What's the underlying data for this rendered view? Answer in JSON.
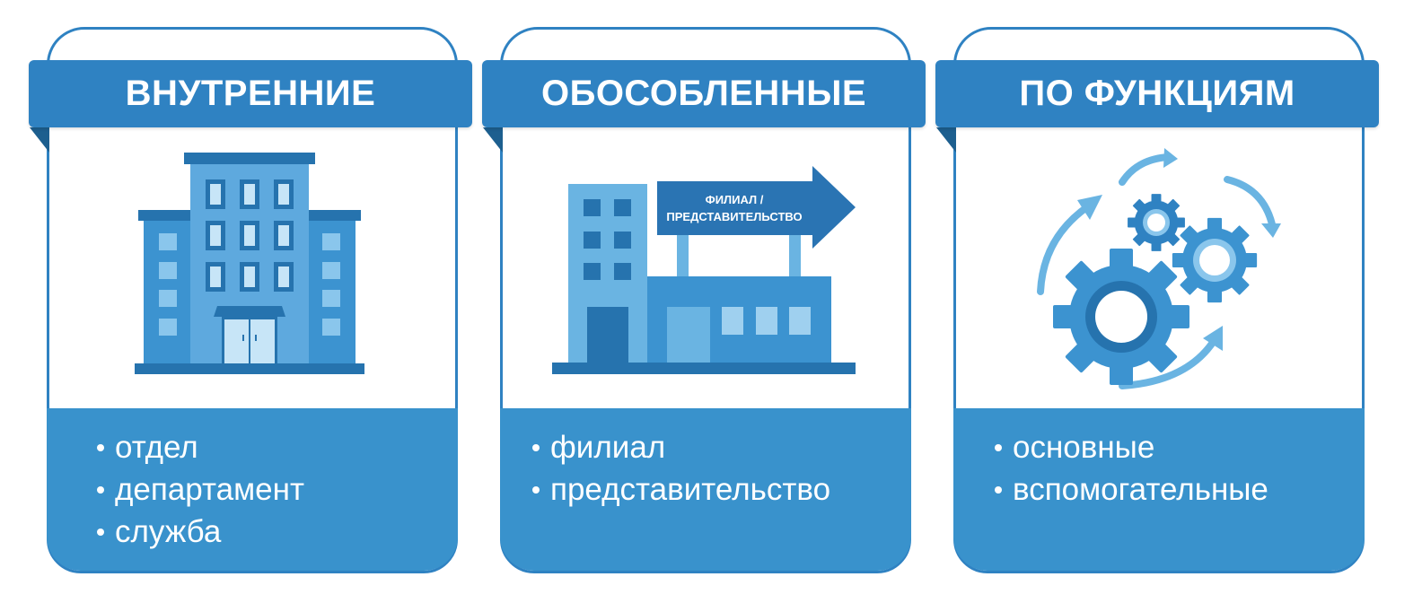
{
  "cards": [
    {
      "title": "ВНУТРЕННИЕ",
      "icon": "office-building-icon",
      "items": [
        "отдел",
        "департамент",
        "служба"
      ]
    },
    {
      "title": "ОБОСОБЛЕННЫЕ",
      "icon": "branch-office-icon",
      "sign_line1": "ФИЛИАЛ /",
      "sign_line2": "ПРЕДСТАВИТЕЛЬСТВО",
      "items": [
        "филиал",
        "представительство"
      ]
    },
    {
      "title": "ПО ФУНКЦИЯМ",
      "icon": "gears-icon",
      "items": [
        "основные",
        "вспомогательные"
      ]
    }
  ],
  "colors": {
    "primary": "#2f82c2",
    "bottom_panel": "#3992cc",
    "dark": "#1f6aa5",
    "light": "#6ab4e2",
    "pale": "#bfe0f5"
  }
}
